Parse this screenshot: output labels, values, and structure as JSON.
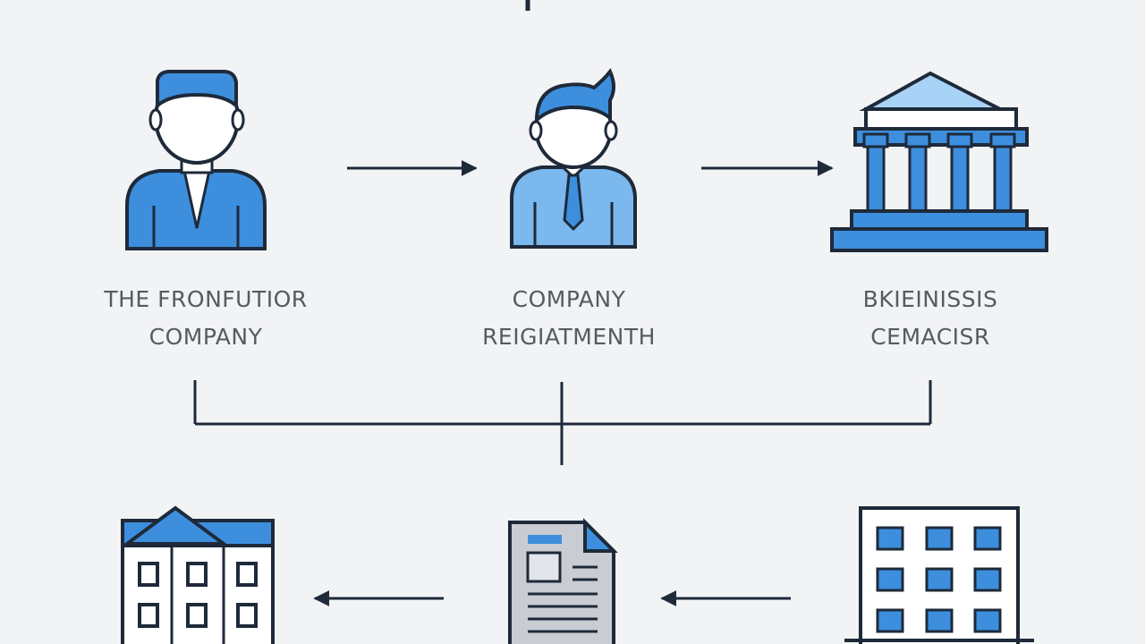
{
  "colors": {
    "background": "#f2f3f5",
    "outline": "#1e2a3a",
    "accent": "#3d8fde",
    "accent_light": "#a9d2f7",
    "label_text": "#555b62"
  },
  "nodes": [
    {
      "id": "person-a",
      "icon": "person-icon",
      "label_lines": [
        "THE FRONFUTIOR",
        "COMPANY"
      ]
    },
    {
      "id": "person-b",
      "icon": "person-with-tie-icon",
      "label_lines": [
        "COMPANY",
        "REIGIATMENTH"
      ]
    },
    {
      "id": "institution",
      "icon": "bank-building-icon",
      "label_lines": [
        "BKIEINISSIS",
        "CEMACISR"
      ]
    },
    {
      "id": "building-left",
      "icon": "office-building-icon",
      "label_lines": []
    },
    {
      "id": "document",
      "icon": "document-icon",
      "label_lines": []
    },
    {
      "id": "building-right",
      "icon": "tower-building-icon",
      "label_lines": []
    }
  ],
  "edges": [
    {
      "from": "person-a",
      "to": "person-b",
      "direction": "right"
    },
    {
      "from": "person-b",
      "to": "institution",
      "direction": "right"
    },
    {
      "from": "document",
      "to": "building-left",
      "direction": "left"
    },
    {
      "from": "building-right",
      "to": "document",
      "direction": "left"
    }
  ]
}
